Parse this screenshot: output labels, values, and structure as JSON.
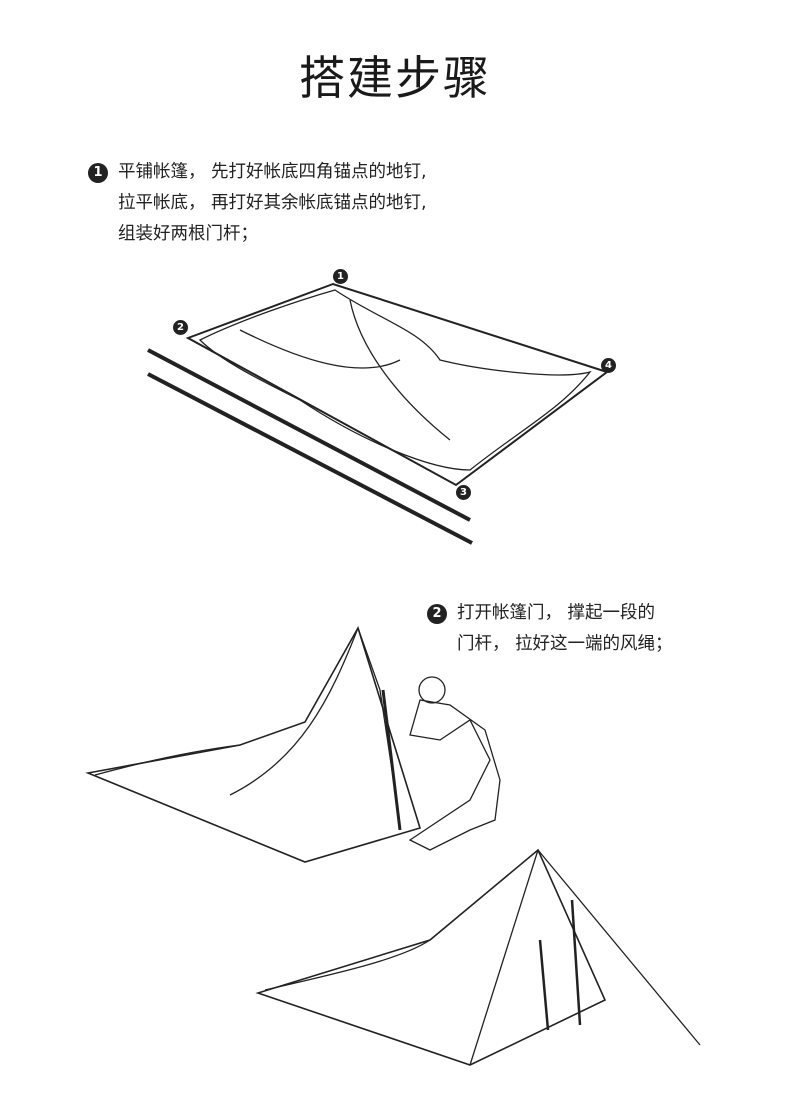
{
  "title": "搭建步骤",
  "steps": [
    {
      "number": "1",
      "lines": [
        "平铺帐篷， 先打好帐底四角锚点的地钉,",
        "拉平帐底， 再打好其余帐底锚点的地钉,",
        "组装好两根门杆；"
      ]
    },
    {
      "number": "2",
      "lines": [
        "打开帐篷门， 撑起一段的",
        "门杆， 拉好这一端的风绳；"
      ]
    }
  ],
  "diagram_markers": [
    "1",
    "2",
    "3",
    "4"
  ]
}
